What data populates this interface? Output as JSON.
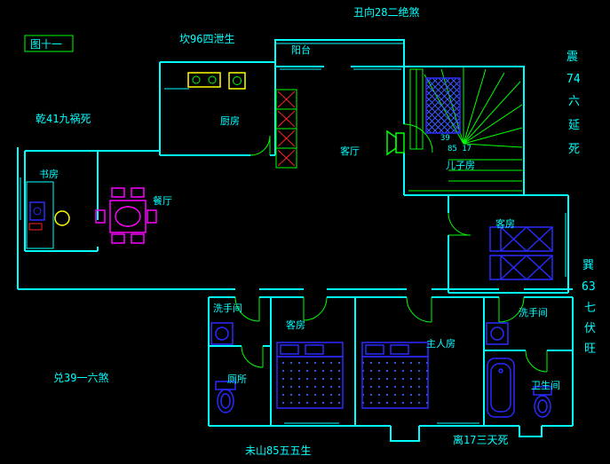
{
  "title": "floor-plan-fengshui-cad",
  "colors": {
    "background": "#000000",
    "wall": "#00ffff",
    "fixture": "#00ff00",
    "furniture": "#2a2aff",
    "dining": "#ff00ff",
    "hatch": "#ff2222",
    "appliance": "#ffff00"
  },
  "annotations": {
    "top": "丑向28二绝煞",
    "kan": "坎96四泄生",
    "figure": "图十一",
    "qian": "乾41九祸死",
    "dui": "兑39一六煞",
    "weishan": "未山85五五生",
    "li": "离17三天死",
    "zhen": [
      "震",
      "74",
      "六",
      "延",
      "死"
    ],
    "xun": [
      "巽",
      "63",
      "七",
      "伏",
      "旺"
    ],
    "stair_top": "39",
    "stair_bottom": "85 17"
  },
  "rooms": {
    "balcony": "阳台",
    "kitchen": "厨房",
    "living": "客厅",
    "son": "儿子房",
    "dining": "餐厅",
    "study": "书房",
    "guest_right": "客房",
    "wash_left": "洗手间",
    "guest_bottom": "客房",
    "master": "主人房",
    "wash_right": "洗手间",
    "toilet": "厕所",
    "bathroom": "卫生间"
  }
}
